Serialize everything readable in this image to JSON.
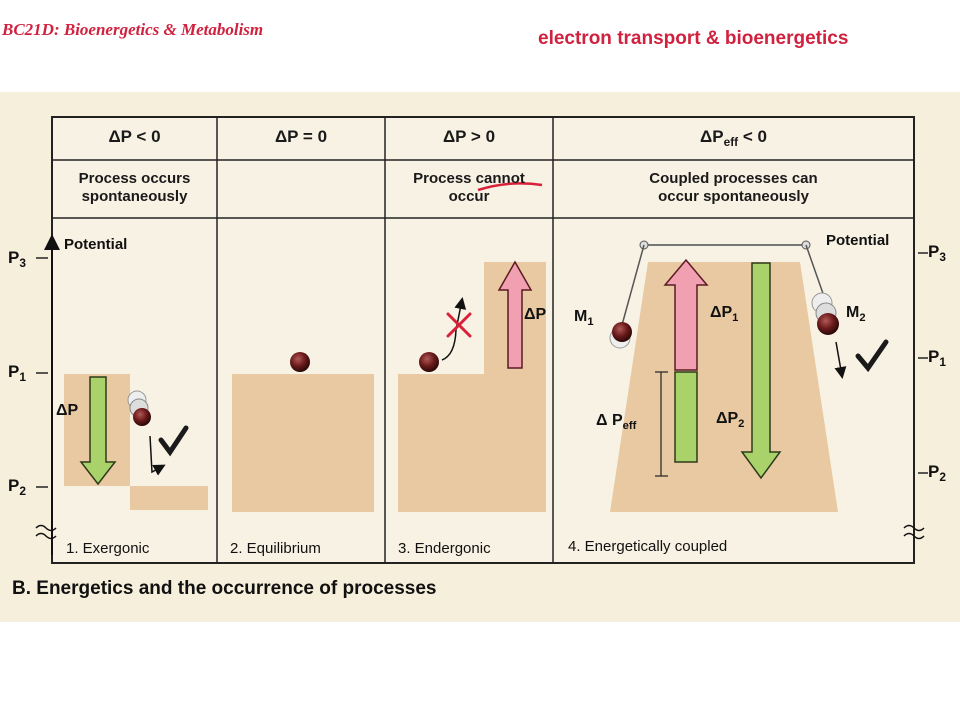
{
  "slide": {
    "course_title": "BC21D: Bioenergetics & Metabolism",
    "topic_title": "electron transport & bioenergetics"
  },
  "figure": {
    "columns": [
      {
        "condition": "ΔP < 0",
        "result": [
          "Process occurs",
          "spontaneously"
        ],
        "label": "1. Exergonic"
      },
      {
        "condition": "ΔP = 0",
        "result": [
          "",
          ""
        ],
        "label": "2. Equilibrium"
      },
      {
        "condition": "ΔP > 0",
        "result": [
          "Process cannot",
          "occur"
        ],
        "label": "3. Endergonic"
      },
      {
        "condition_main": "ΔP",
        "condition_sub": "eff",
        "condition_rest": " < 0",
        "result": [
          "Coupled processes can",
          "occur spontaneously"
        ],
        "label": "4. Energetically coupled"
      }
    ],
    "potential_label": "Potential",
    "levels": {
      "p3_main": "P",
      "p3_sub": "3",
      "p1_main": "P",
      "p1_sub": "1",
      "p2_main": "P",
      "p2_sub": "2"
    },
    "delta_p": "ΔP",
    "delta_p1_main": "ΔP",
    "delta_p1_sub": "1",
    "delta_p2_main": "ΔP",
    "delta_p2_sub": "2",
    "delta_peff_main": "Δ P",
    "delta_peff_sub": "eff",
    "mass1_main": "M",
    "mass1_sub": "1",
    "mass2_main": "M",
    "mass2_sub": "2",
    "caption": "B. Energetics and the occurrence of processes"
  }
}
